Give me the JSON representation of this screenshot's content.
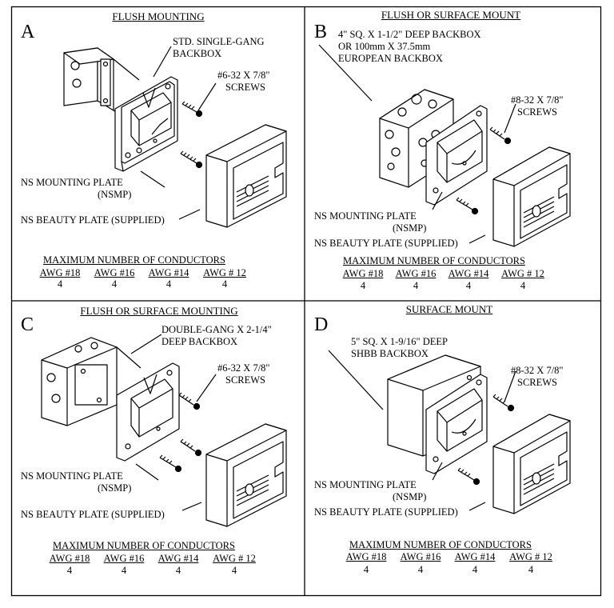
{
  "panels": [
    {
      "letter": "A",
      "title": "FLUSH MOUNTING",
      "backbox_label": [
        "STD. SINGLE-GANG",
        "BACKBOX"
      ],
      "screw_label": [
        "#6-32 X 7/8\"",
        "SCREWS"
      ],
      "mounting_plate_label": [
        "NS MOUNTING PLATE",
        "(NSMP)"
      ],
      "beauty_plate_label": "NS BEAUTY PLATE (SUPPLIED)",
      "conductor_heading": "MAXIMUM NUMBER OF CONDUCTORS",
      "conductors": [
        {
          "awg": "AWG #18",
          "count": "4"
        },
        {
          "awg": "AWG #16",
          "count": "4"
        },
        {
          "awg": "AWG #14",
          "count": "4"
        },
        {
          "awg": "AWG # 12",
          "count": "4"
        }
      ]
    },
    {
      "letter": "B",
      "title": "FLUSH OR SURFACE MOUNT",
      "backbox_label": [
        "4\" SQ. X 1-1/2\" DEEP BACKBOX",
        "OR 100mm X 37.5mm",
        "EUROPEAN BACKBOX"
      ],
      "screw_label": [
        "#8-32 X 7/8\"",
        "SCREWS"
      ],
      "mounting_plate_label": [
        "NS MOUNTING PLATE",
        "(NSMP)"
      ],
      "beauty_plate_label": "NS BEAUTY PLATE (SUPPLIED)",
      "conductor_heading": "MAXIMUM NUMBER OF CONDUCTORS",
      "conductors": [
        {
          "awg": "AWG #18",
          "count": "4"
        },
        {
          "awg": "AWG #16",
          "count": "4"
        },
        {
          "awg": "AWG #14",
          "count": "4"
        },
        {
          "awg": "AWG # 12",
          "count": "4"
        }
      ]
    },
    {
      "letter": "C",
      "title": "FLUSH OR SURFACE MOUNTING",
      "backbox_label": [
        "DOUBLE-GANG X 2-1/4\"",
        "DEEP BACKBOX"
      ],
      "screw_label": [
        "#6-32 X 7/8\"",
        "SCREWS"
      ],
      "mounting_plate_label": [
        "NS MOUNTING PLATE",
        "(NSMP)"
      ],
      "beauty_plate_label": "NS BEAUTY PLATE (SUPPLIED)",
      "conductor_heading": "MAXIMUM NUMBER OF CONDUCTORS",
      "conductors": [
        {
          "awg": "AWG #18",
          "count": "4"
        },
        {
          "awg": "AWG #16",
          "count": "4"
        },
        {
          "awg": "AWG #14",
          "count": "4"
        },
        {
          "awg": "AWG # 12",
          "count": "4"
        }
      ]
    },
    {
      "letter": "D",
      "title": "SURFACE MOUNT",
      "backbox_label": [
        "5\" SQ. X 1-9/16\" DEEP",
        "SHBB BACKBOX"
      ],
      "screw_label": [
        "#8-32 X 7/8\"",
        "SCREWS"
      ],
      "mounting_plate_label": [
        "NS MOUNTING PLATE",
        "(NSMP)"
      ],
      "beauty_plate_label": "NS BEAUTY PLATE (SUPPLIED)",
      "conductor_heading": "MAXIMUM NUMBER OF CONDUCTORS",
      "conductors": [
        {
          "awg": "AWG #18",
          "count": "4"
        },
        {
          "awg": "AWG #16",
          "count": "4"
        },
        {
          "awg": "AWG #14",
          "count": "4"
        },
        {
          "awg": "AWG # 12",
          "count": "4"
        }
      ]
    }
  ]
}
